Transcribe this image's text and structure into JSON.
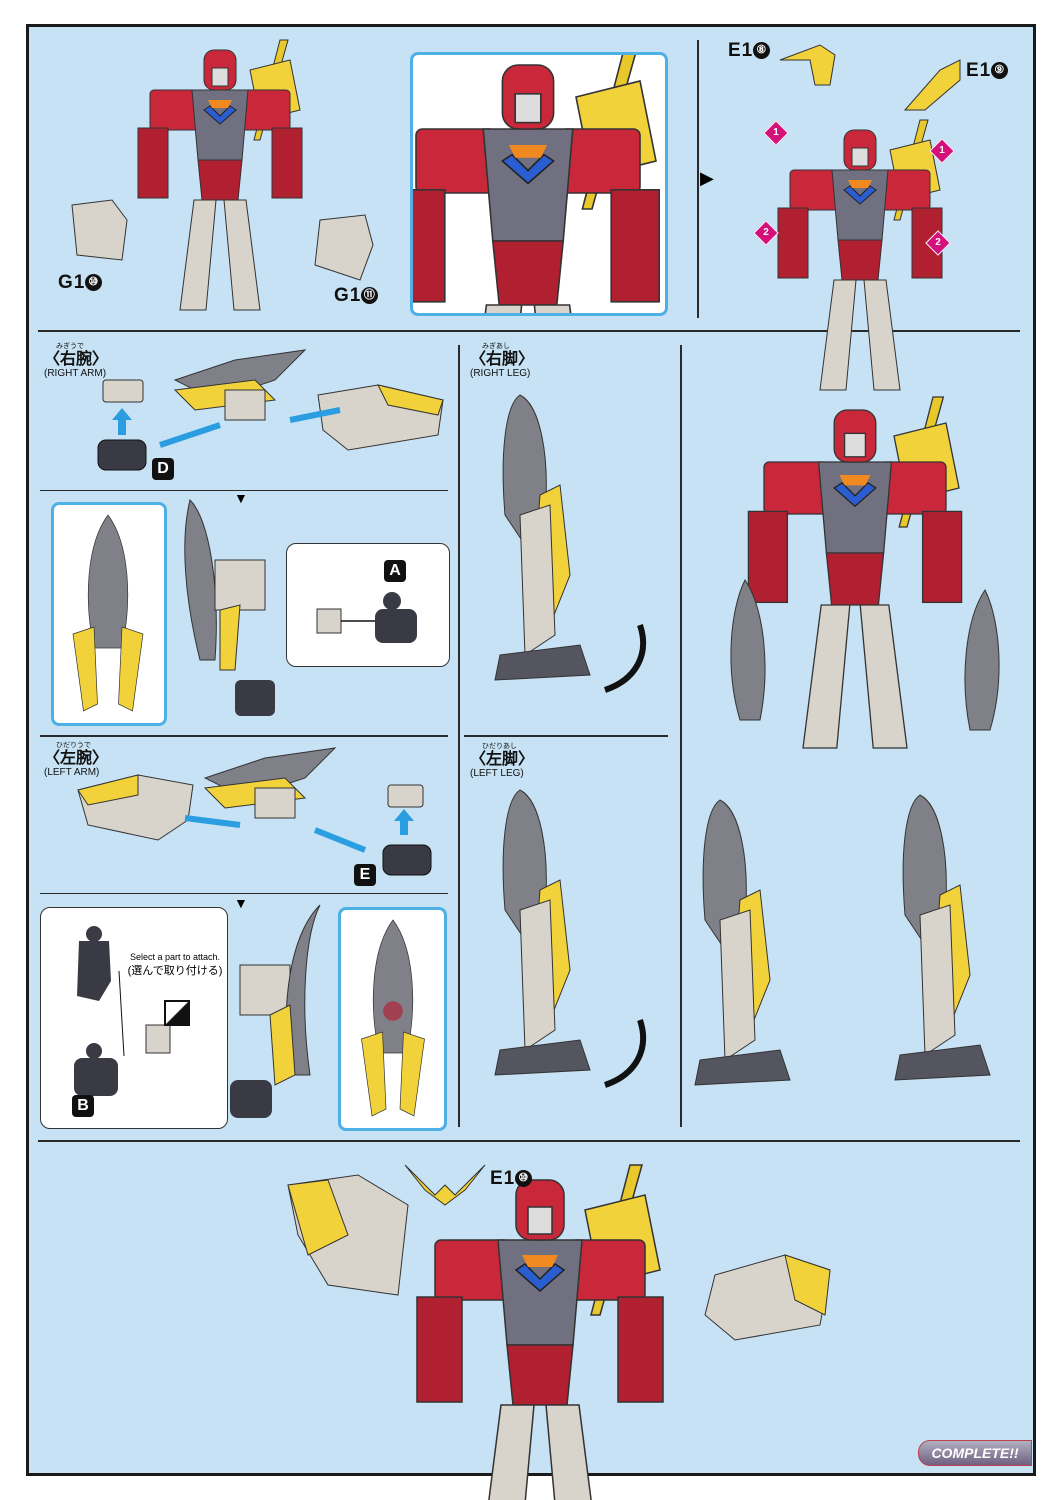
{
  "top": {
    "part_g1_10": "G1",
    "part_g1_10_num": "⑩",
    "part_g1_11": "G1",
    "part_g1_11_num": "⑪",
    "part_e1_8": "E1",
    "part_e1_8_num": "⑧",
    "part_e1_9": "E1",
    "part_e1_9_num": "⑨",
    "step1": "1",
    "step2": "2"
  },
  "right_arm": {
    "ruby": "みぎうで",
    "jp": "〈右腕〉",
    "en": "(RIGHT ARM)",
    "part_d": "D",
    "part_a": "A"
  },
  "left_arm": {
    "ruby": "ひだりうで",
    "jp": "〈左腕〉",
    "en": "(LEFT ARM)",
    "part_e": "E",
    "part_b": "B",
    "select_en": "Select a part to attach.",
    "select_jp": "(選んで取り付ける)"
  },
  "right_leg": {
    "ruby": "みぎあし",
    "jp": "〈右脚〉",
    "en": "(RIGHT LEG)"
  },
  "left_leg": {
    "ruby": "ひだりあし",
    "jp": "〈左脚〉",
    "en": "(LEFT LEG)"
  },
  "bottom": {
    "part_e1_10": "E1",
    "part_e1_10_num": "⑩",
    "complete": "COMPLETE!!"
  },
  "colors": {
    "background": "#c6e2f4",
    "accent_blue": "#4fb0e6",
    "red": "#c8283a",
    "yellow": "#f2d23a",
    "magenta": "#d4107a"
  }
}
